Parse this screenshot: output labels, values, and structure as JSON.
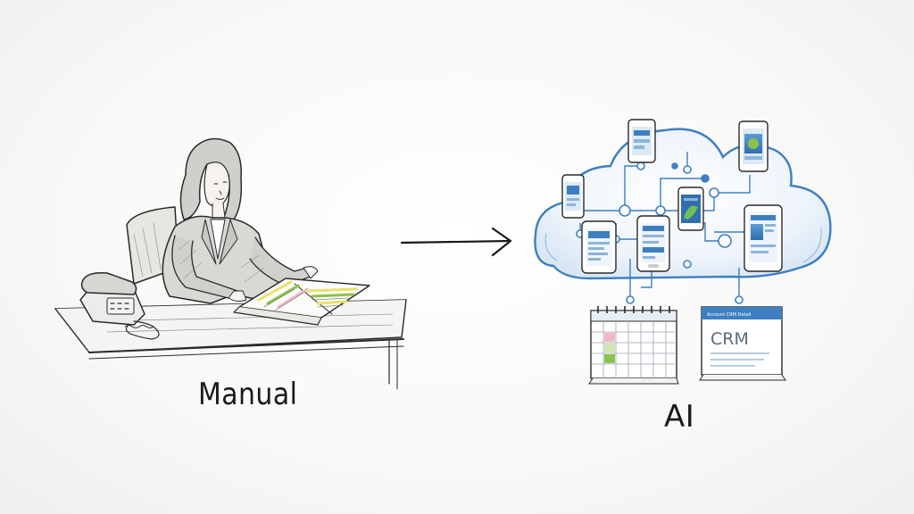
{
  "labels": {
    "manual": "Manual",
    "ai": "AI"
  },
  "crm_card": {
    "header": "Account CRM Detail",
    "title": "CRM"
  },
  "colors": {
    "ink": "#2a2a2a",
    "cloud_blue": "#3d7fc1",
    "accent_green": "#8bc34a",
    "accent_pink": "#f1b8c4",
    "highlight_yellow": "#e9e36a"
  },
  "icons": [
    "telephone-icon",
    "right-arrow-icon",
    "cloud-icon",
    "smartphone-icon",
    "calendar-icon",
    "crm-window-icon"
  ]
}
